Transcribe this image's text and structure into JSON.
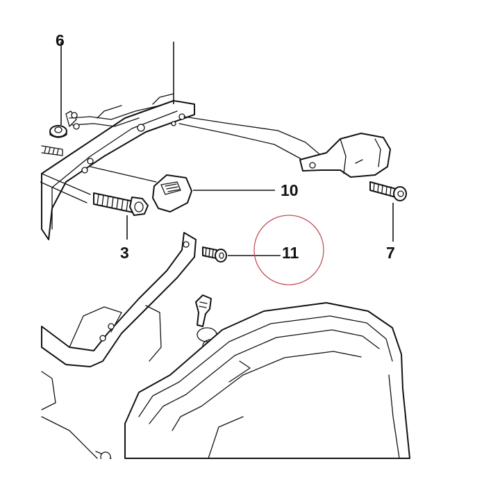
{
  "callouts": [
    {
      "id": "c6",
      "text": "6"
    },
    {
      "id": "c10",
      "text": "10"
    },
    {
      "id": "c3",
      "text": "3"
    },
    {
      "id": "c11",
      "text": "11"
    },
    {
      "id": "c7",
      "text": "7"
    }
  ],
  "colors": {
    "ink": "#111111",
    "highlight_circle": "#c0505a",
    "background": "#ffffff"
  }
}
